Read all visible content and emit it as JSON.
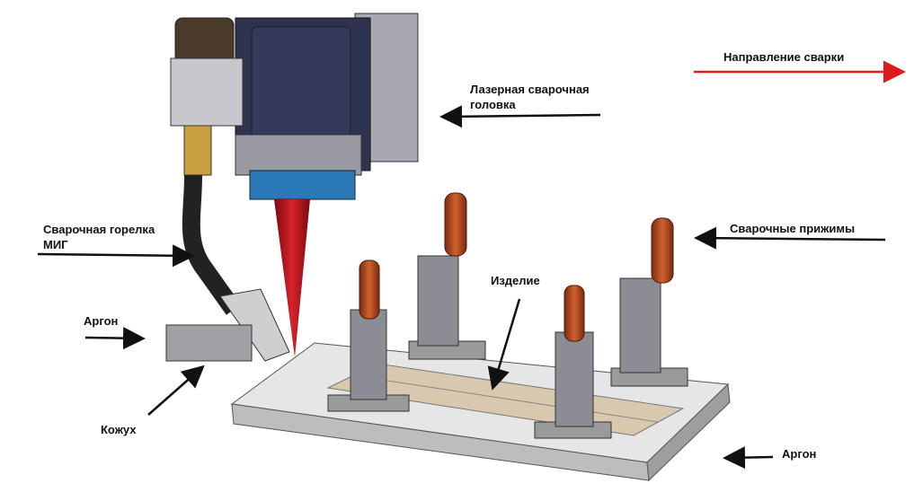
{
  "labels": {
    "welding_direction": "Направление сварки",
    "laser_head_line1": "Лазерная сварочная",
    "laser_head_line2": "головка",
    "mig_torch_line1": "Сварочная горелка",
    "mig_torch_line2": "МИГ",
    "clamps": "Сварочные прижимы",
    "workpiece": "Изделие",
    "argon_left": "Аргон",
    "shroud": "Кожух",
    "argon_right": "Аргон"
  },
  "colors": {
    "direction_arrow": "#e01b1b",
    "pointer_arrows": "#111111",
    "laser_head_body": "#2e3350",
    "laser_nozzle": "#2a78b8",
    "laser_beam": "#b3121a",
    "clamp_handle": "#b0461e"
  }
}
